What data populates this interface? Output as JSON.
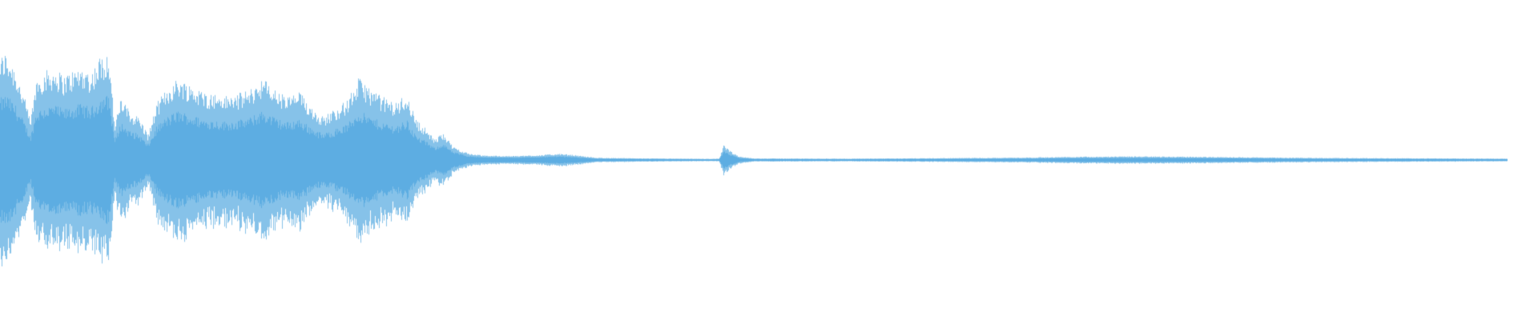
{
  "waveform": {
    "color": "#5dade2",
    "background": "#ffffff",
    "amplitude_envelope": [
      [
        0.0,
        0.9
      ],
      [
        0.004,
        0.95
      ],
      [
        0.01,
        0.8
      ],
      [
        0.016,
        0.55
      ],
      [
        0.02,
        0.35
      ],
      [
        0.024,
        0.72
      ],
      [
        0.03,
        0.78
      ],
      [
        0.036,
        0.8
      ],
      [
        0.042,
        0.74
      ],
      [
        0.048,
        0.78
      ],
      [
        0.054,
        0.82
      ],
      [
        0.06,
        0.76
      ],
      [
        0.066,
        0.9
      ],
      [
        0.072,
        0.95
      ],
      [
        0.076,
        0.3
      ],
      [
        0.08,
        0.55
      ],
      [
        0.086,
        0.42
      ],
      [
        0.092,
        0.38
      ],
      [
        0.098,
        0.22
      ],
      [
        0.104,
        0.5
      ],
      [
        0.11,
        0.62
      ],
      [
        0.118,
        0.72
      ],
      [
        0.126,
        0.66
      ],
      [
        0.134,
        0.6
      ],
      [
        0.142,
        0.58
      ],
      [
        0.15,
        0.56
      ],
      [
        0.158,
        0.58
      ],
      [
        0.166,
        0.62
      ],
      [
        0.174,
        0.72
      ],
      [
        0.182,
        0.62
      ],
      [
        0.19,
        0.55
      ],
      [
        0.198,
        0.6
      ],
      [
        0.206,
        0.48
      ],
      [
        0.214,
        0.38
      ],
      [
        0.222,
        0.45
      ],
      [
        0.23,
        0.52
      ],
      [
        0.238,
        0.72
      ],
      [
        0.246,
        0.62
      ],
      [
        0.254,
        0.55
      ],
      [
        0.262,
        0.5
      ],
      [
        0.27,
        0.58
      ],
      [
        0.276,
        0.35
      ],
      [
        0.282,
        0.28
      ],
      [
        0.288,
        0.18
      ],
      [
        0.294,
        0.24
      ],
      [
        0.3,
        0.12
      ],
      [
        0.31,
        0.06
      ],
      [
        0.32,
        0.04
      ],
      [
        0.34,
        0.035
      ],
      [
        0.36,
        0.045
      ],
      [
        0.37,
        0.055
      ],
      [
        0.38,
        0.045
      ],
      [
        0.395,
        0.02
      ],
      [
        0.42,
        0.015
      ],
      [
        0.45,
        0.012
      ],
      [
        0.47,
        0.01
      ],
      [
        0.477,
        0.012
      ],
      [
        0.48,
        0.13
      ],
      [
        0.484,
        0.08
      ],
      [
        0.49,
        0.03
      ],
      [
        0.5,
        0.014
      ],
      [
        0.56,
        0.012
      ],
      [
        0.62,
        0.016
      ],
      [
        0.68,
        0.022
      ],
      [
        0.72,
        0.03
      ],
      [
        0.76,
        0.032
      ],
      [
        0.8,
        0.028
      ],
      [
        0.86,
        0.02
      ],
      [
        0.92,
        0.016
      ],
      [
        1.0,
        0.012
      ]
    ]
  }
}
